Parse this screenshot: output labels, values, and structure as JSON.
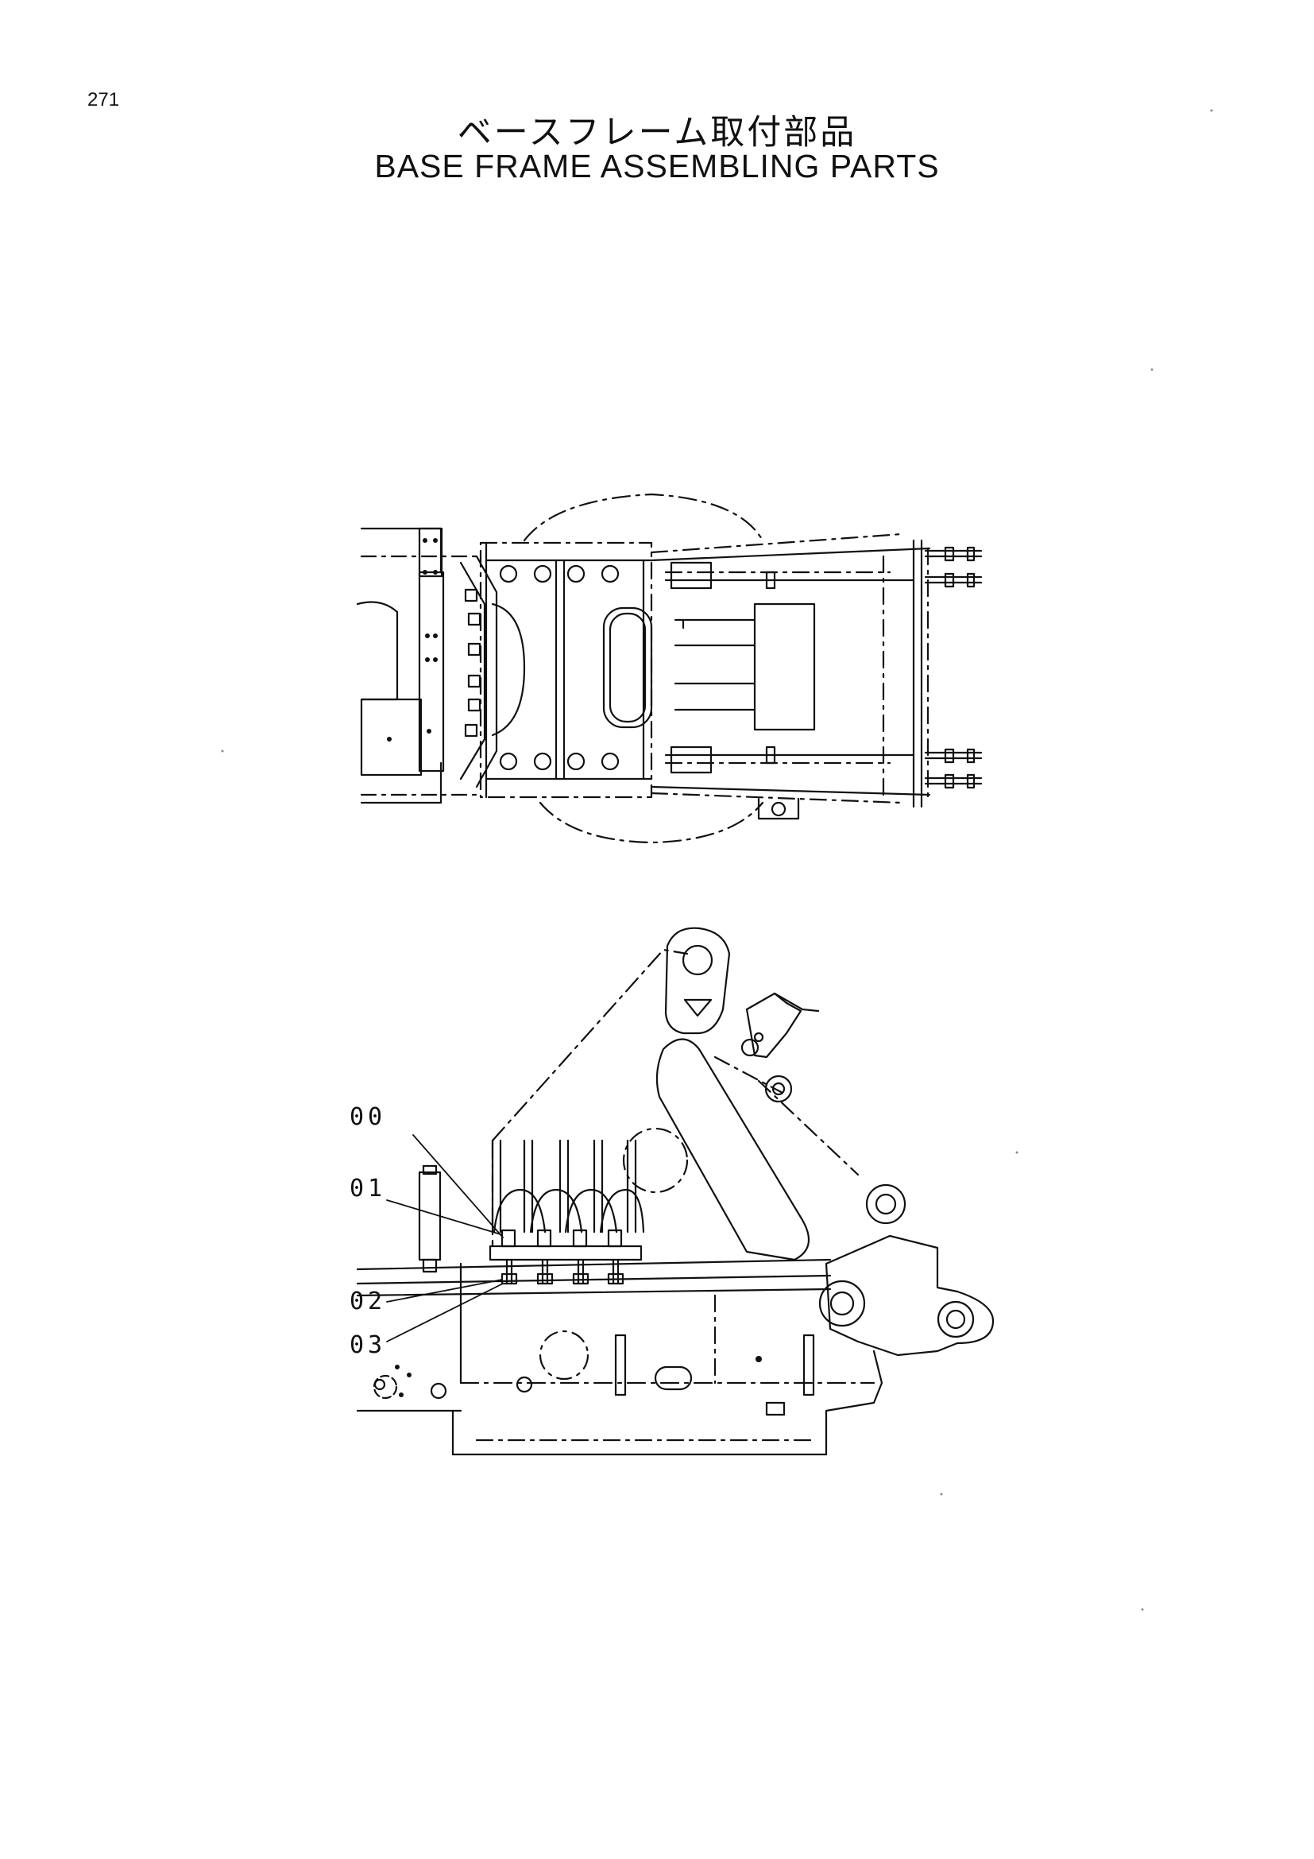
{
  "page": {
    "number": "271"
  },
  "title": {
    "japanese": "ベースフレーム取付部品",
    "english": "BASE FRAME ASSEMBLING PARTS"
  },
  "callouts": [
    {
      "id": "00",
      "label": "00"
    },
    {
      "id": "01",
      "label": "01"
    },
    {
      "id": "02",
      "label": "02"
    },
    {
      "id": "03",
      "label": "03"
    }
  ],
  "colors": {
    "ink": "#111111",
    "paper": "#ffffff"
  }
}
